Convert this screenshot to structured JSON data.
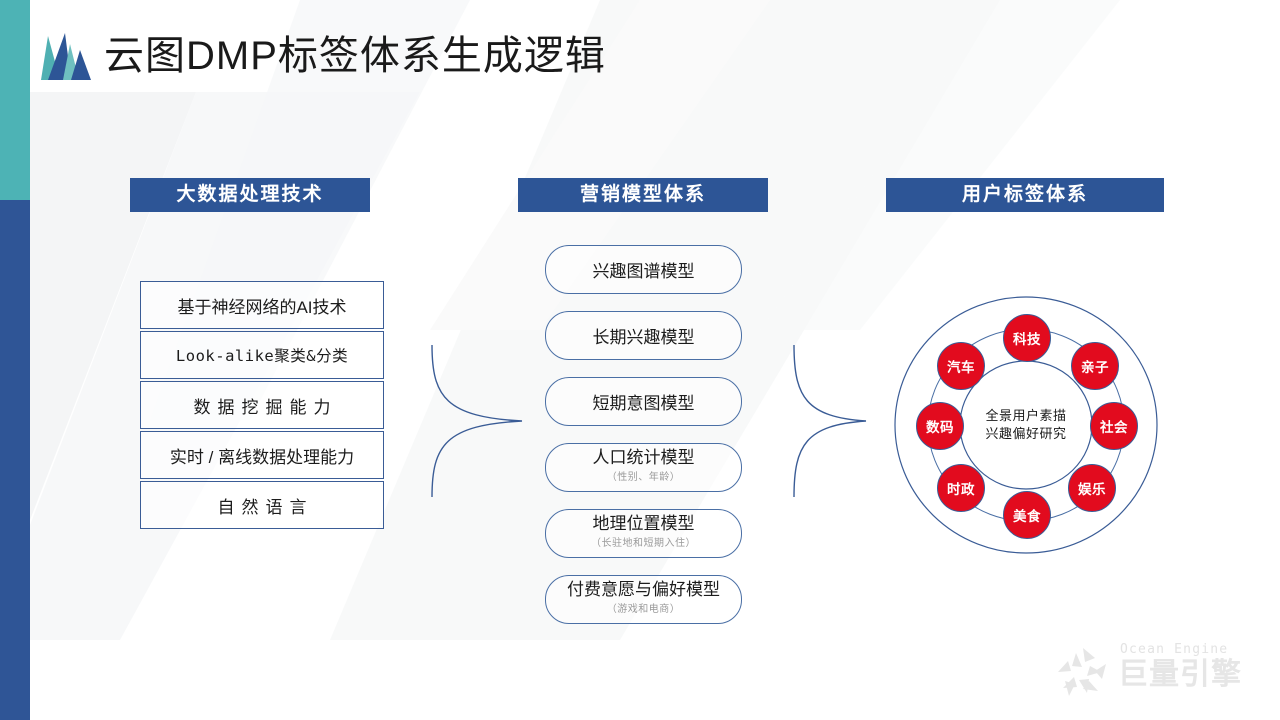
{
  "page": {
    "title": "云图DMP标签体系生成逻辑",
    "logo_icon": "mountain-fan-logo",
    "accent_teal": "#4DB3B5",
    "accent_blue": "#2F5596",
    "header_bar_color": "#2D5596",
    "node_red": "#E20B1E"
  },
  "columns": {
    "left": {
      "heading": "大数据处理技术",
      "items": [
        {
          "label": "基于神经网络的AI技术",
          "style": "normal"
        },
        {
          "label": "Look-alike聚类&分类",
          "style": "mono"
        },
        {
          "label": "数据挖掘能力",
          "style": "spaced"
        },
        {
          "label": "实时 / 离线数据处理能力",
          "style": "normal"
        },
        {
          "label": "自然语言",
          "style": "spaced"
        }
      ]
    },
    "middle": {
      "heading": "营销模型体系",
      "items": [
        {
          "label": "兴趣图谱模型",
          "sub": ""
        },
        {
          "label": "长期兴趣模型",
          "sub": ""
        },
        {
          "label": "短期意图模型",
          "sub": ""
        },
        {
          "label": "人口统计模型",
          "sub": "（性别、年龄）"
        },
        {
          "label": "地理位置模型",
          "sub": "（长驻地和短期入住）"
        },
        {
          "label": "付费意愿与偏好模型",
          "sub": "（游戏和电商）"
        }
      ]
    },
    "right": {
      "heading": "用户标签体系",
      "wheel": {
        "center_line1": "全景用户素描",
        "center_line2": "兴趣偏好研究",
        "nodes": [
          {
            "label": "科技"
          },
          {
            "label": "亲子"
          },
          {
            "label": "社会"
          },
          {
            "label": "娱乐"
          },
          {
            "label": "美食"
          },
          {
            "label": "时政"
          },
          {
            "label": "数码"
          },
          {
            "label": "汽车"
          }
        ]
      }
    }
  },
  "connectors": [
    {
      "name": "brace-left-to-middle"
    },
    {
      "name": "brace-middle-to-right"
    }
  ],
  "watermark": {
    "icon": "aperture-pinwheel-icon",
    "text_en": "Ocean Engine",
    "text_cn": "巨量引擎"
  }
}
